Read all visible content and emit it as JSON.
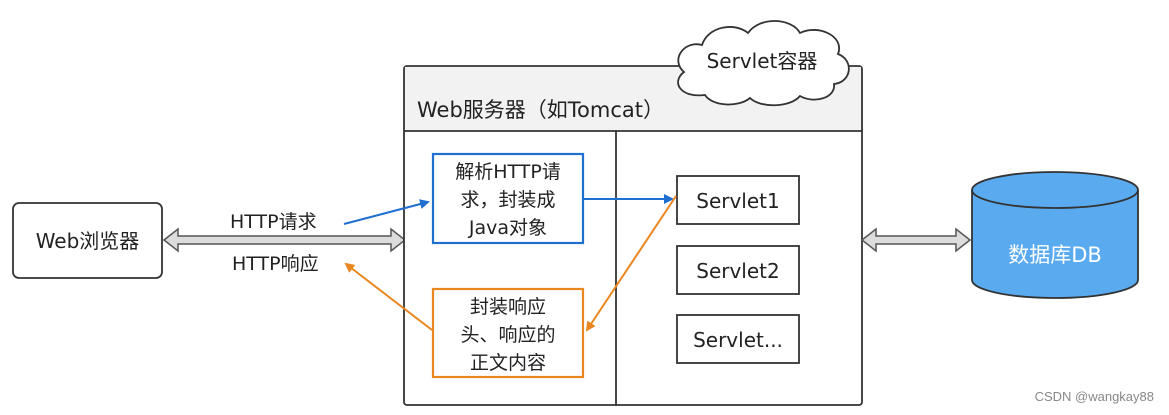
{
  "browser": {
    "label": "Web浏览器"
  },
  "request_label": "HTTP请求",
  "response_label": "HTTP响应",
  "server": {
    "title": "Web服务器（如Tomcat）"
  },
  "container": {
    "label": "Servlet容器"
  },
  "parse_box": {
    "lines": [
      "解析HTTP请",
      "求，封装成",
      "Java对象"
    ]
  },
  "pack_box": {
    "lines": [
      "封装响应",
      "头、响应的",
      "正文内容"
    ]
  },
  "servlets": [
    "Servlet1",
    "Servlet2",
    "Servlet..."
  ],
  "database": {
    "label": "数据库DB"
  },
  "watermark": "CSDN @wangkay88",
  "colors": {
    "request_blue": "#1e6fd0",
    "response_orange": "#e8861f",
    "db_fill": "#5aaaf0",
    "header_fill": "#f2f2f2",
    "arrow_gray": "#dcdcdc"
  }
}
